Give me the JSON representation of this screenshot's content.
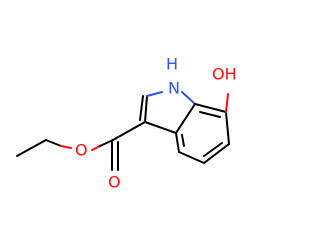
{
  "molecule": {
    "atoms": {
      "nh": {
        "label": "H",
        "element": "N"
      },
      "n": {
        "label": "N",
        "element": "N"
      },
      "hydroxyl": {
        "label": "OH",
        "element": "O"
      },
      "ester_o_single": {
        "label": "O",
        "element": "O"
      },
      "carbonyl_o": {
        "label": "O",
        "element": "O"
      }
    },
    "colors": {
      "carbon_bond": "#000000",
      "oxygen": "#ff0d0d",
      "nitrogen": "#3050f8"
    }
  }
}
